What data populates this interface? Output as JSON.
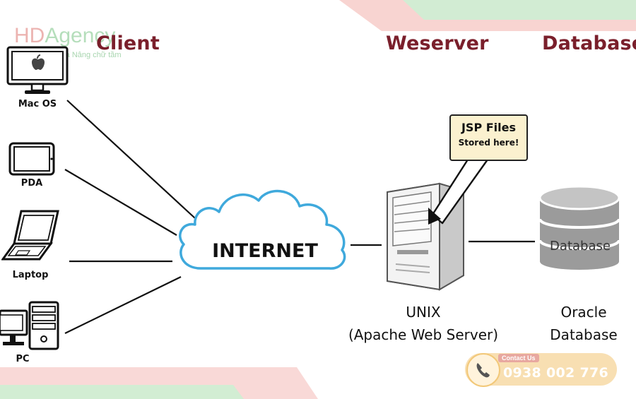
{
  "logo": {
    "brand_hd": "HD",
    "brand_agency": "Agency",
    "tagline": "Lấy chữ tâm là Nâng chữ tầm"
  },
  "columns": {
    "client": "Client",
    "webserver": "Weserver",
    "database": "Database"
  },
  "devices": [
    {
      "label": "Mac OS",
      "icon": "imac-icon"
    },
    {
      "label": "PDA",
      "icon": "tablet-icon"
    },
    {
      "label": "Laptop",
      "icon": "laptop-icon"
    },
    {
      "label": "PC",
      "icon": "desktop-pc-icon"
    }
  ],
  "internet": {
    "label": "INTERNET"
  },
  "callout": {
    "title": "JSP Files",
    "subtitle": "Stored here!"
  },
  "server": {
    "line1": "UNIX",
    "line2": "(Apache Web Server)"
  },
  "database": {
    "icon_text": "Database",
    "line1": "Oracle",
    "line2": "Database"
  },
  "contact": {
    "badge": "Contact Us",
    "phone": "0938 002 776"
  },
  "colors": {
    "title": "#7a1f2b",
    "cloud": "#3fa9dc",
    "accent_pink": "#f4b6b2",
    "accent_green": "#bfe6c8"
  }
}
